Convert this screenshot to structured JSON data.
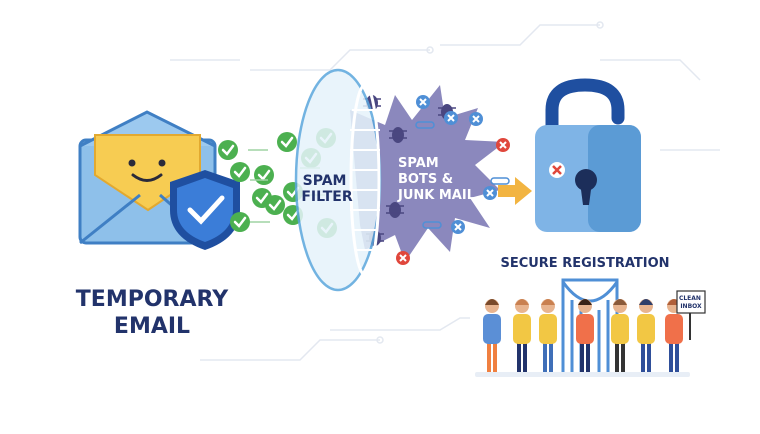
{
  "title": {
    "line1": "TEMPORARY",
    "line2": "EMAIL"
  },
  "filter": {
    "line1": "SPAM",
    "line2": "FILTER"
  },
  "spam": {
    "line1": "SPAM",
    "line2": "BOTS &",
    "line3": "JUNK MAIL"
  },
  "registration": {
    "heading": "SECURE REGISTRATION",
    "sign": {
      "line1": "CLEAN",
      "line2": "INBOX"
    }
  },
  "colors": {
    "navy": "#22336b",
    "envelope": "#6fa8dc",
    "shield": "#1f4fa0",
    "check": "#4cb050",
    "spam": "#8b88bd",
    "lock": "#5b9bd5",
    "arrow": "#f2b441",
    "x": "#e0473c"
  },
  "icons": [
    "envelope-icon",
    "smiley-letter-icon",
    "shield-check-icon",
    "check-icon",
    "x-icon",
    "bug-icon",
    "paperclip-icon",
    "padlock-open-icon",
    "arrow-right-icon",
    "people-icon",
    "gate-icon"
  ]
}
